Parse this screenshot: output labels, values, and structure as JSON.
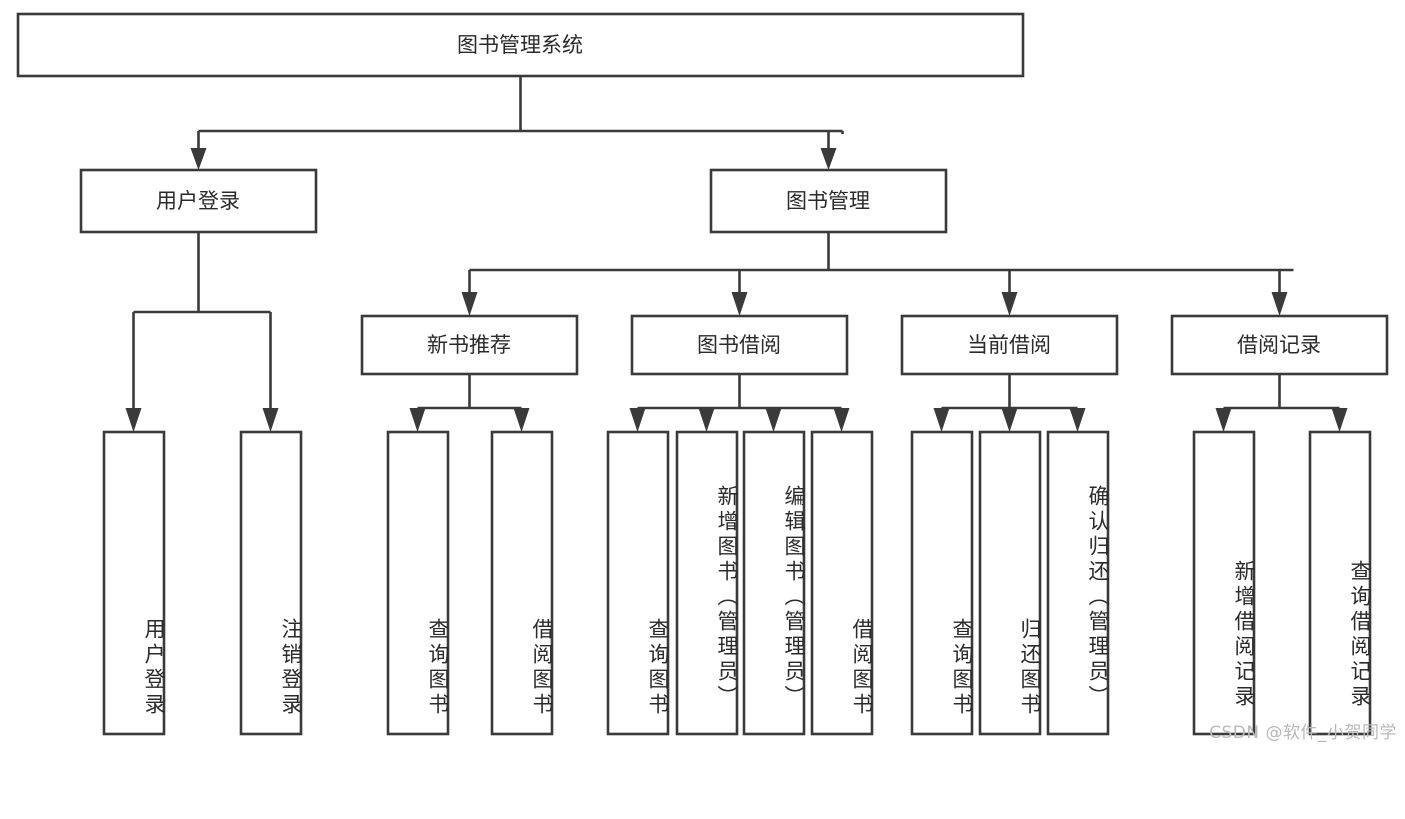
{
  "diagram": {
    "type": "tree-hierarchy-chart",
    "title": "图书管理系统",
    "background_color": "#ffffff",
    "line_color": "#3a3a3a",
    "text_color": "#2b2b2b",
    "root": {
      "id": "root",
      "label": "图书管理系统"
    },
    "level2": [
      {
        "id": "user-login",
        "label": "用户登录"
      },
      {
        "id": "book-management",
        "label": "图书管理"
      }
    ],
    "level3": [
      {
        "id": "new-book-recommend",
        "label": "新书推荐",
        "parent": "book-management"
      },
      {
        "id": "book-borrow",
        "label": "图书借阅",
        "parent": "book-management"
      },
      {
        "id": "current-borrow",
        "label": "当前借阅",
        "parent": "book-management"
      },
      {
        "id": "borrow-record",
        "label": "借阅记录",
        "parent": "book-management"
      }
    ],
    "leaves": [
      {
        "id": "leaf-user-login",
        "label": "用户登录",
        "parent": "user-login"
      },
      {
        "id": "leaf-logout-login",
        "label": "注销登录",
        "parent": "user-login"
      },
      {
        "id": "leaf-query-book-1",
        "label": "查询图书",
        "parent": "new-book-recommend"
      },
      {
        "id": "leaf-borrow-book-1",
        "label": "借阅图书",
        "parent": "new-book-recommend"
      },
      {
        "id": "leaf-query-book-2",
        "label": "查询图书",
        "parent": "book-borrow"
      },
      {
        "id": "leaf-add-book",
        "label": "新增图书（管理员）",
        "parent": "book-borrow"
      },
      {
        "id": "leaf-edit-book",
        "label": "编辑图书（管理员）",
        "parent": "book-borrow"
      },
      {
        "id": "leaf-borrow-book-2",
        "label": "借阅图书",
        "parent": "book-borrow"
      },
      {
        "id": "leaf-query-book-3",
        "label": "查询图书",
        "parent": "current-borrow"
      },
      {
        "id": "leaf-return-book",
        "label": "归还图书",
        "parent": "current-borrow"
      },
      {
        "id": "leaf-confirm-return",
        "label": "确认归还（管理员）",
        "parent": "current-borrow"
      },
      {
        "id": "leaf-add-borrow-record",
        "label": "新增借阅记录",
        "parent": "borrow-record"
      },
      {
        "id": "leaf-query-borrow-record",
        "label": "查询借阅记录",
        "parent": "borrow-record"
      }
    ]
  },
  "watermark": {
    "text": "CSDN @软件_小贺同学"
  }
}
